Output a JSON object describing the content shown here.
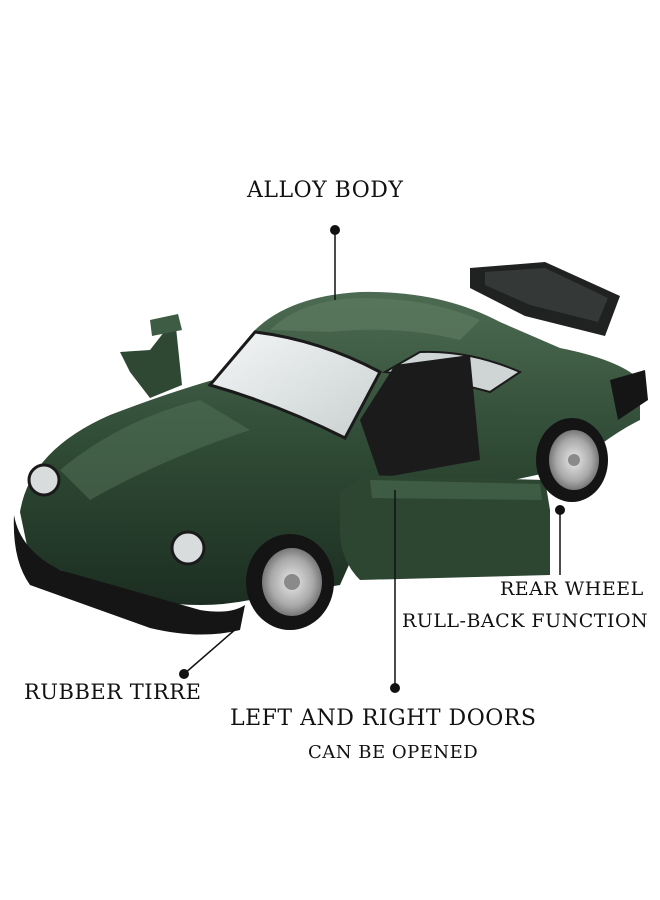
{
  "callouts": {
    "alloy_body": "ALLOY BODY",
    "rear_wheel_line1": "REAR WHEEL",
    "rear_wheel_line2": "RULL-BACK FUNCTION",
    "rubber_tire": "RUBBER TIRRE",
    "doors_line1": "LEFT AND RIGHT DOORS",
    "doors_line2": "CAN BE OPENED"
  },
  "colors": {
    "car_body": "#2f4a35",
    "background": "#ffffff",
    "text": "#111111"
  }
}
